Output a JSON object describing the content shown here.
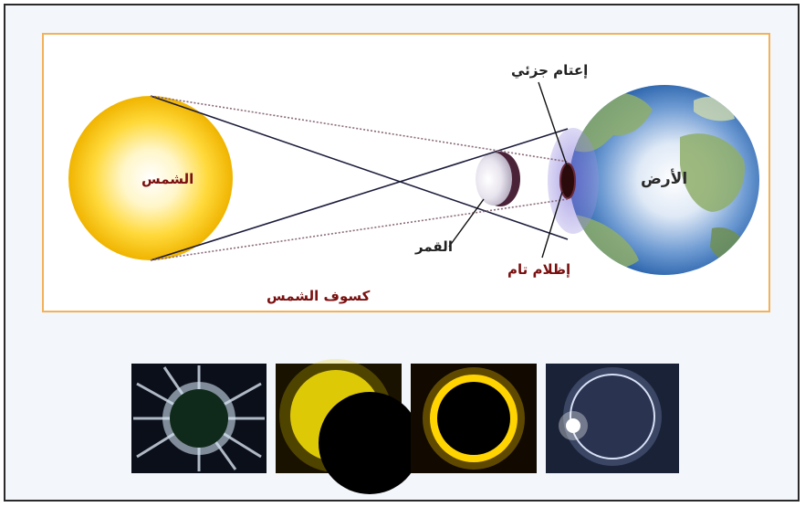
{
  "diagram": {
    "title": "كسوف الشمس",
    "labels": {
      "sun": "الشمس",
      "earth": "الأرض",
      "moon": "القمر",
      "penumbra": "إعتام جزئي",
      "umbra": "إظلام تام"
    }
  },
  "photos": [
    {
      "name": "eclipse-photo-corona"
    },
    {
      "name": "eclipse-photo-partial"
    },
    {
      "name": "eclipse-photo-annular"
    },
    {
      "name": "eclipse-photo-diamond-ring"
    }
  ],
  "colors": {
    "frame_border": "#2a2a2a",
    "diagram_border": "#f2b15a",
    "sun": "#f5c20a",
    "earth_ocean": "#2f6fb6",
    "earth_land": "#8fae6a",
    "label_red": "#7a1010"
  }
}
